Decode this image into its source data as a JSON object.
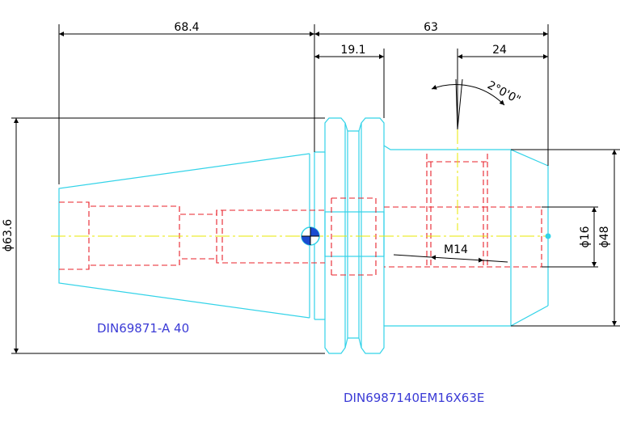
{
  "colors": {
    "outline": "#33d3e8",
    "hidden": "#e8212a",
    "center": "#e8e800",
    "dimension": "#000000",
    "label": "#3b3bd6",
    "background": "#ffffff"
  },
  "dimensions": {
    "overall_left": "68.4",
    "overall_right": "63",
    "flange_width": "19.1",
    "bore_depth": "24",
    "taper_angle": "2°0'0\"",
    "thread": "M14",
    "bore_diameter": "ϕ16",
    "nose_diameter": "ϕ48",
    "flange_diameter": "ϕ63.6"
  },
  "labels": {
    "taper_standard": "DIN69871-A 40",
    "part_number": "DIN6987140EM16X63E"
  }
}
